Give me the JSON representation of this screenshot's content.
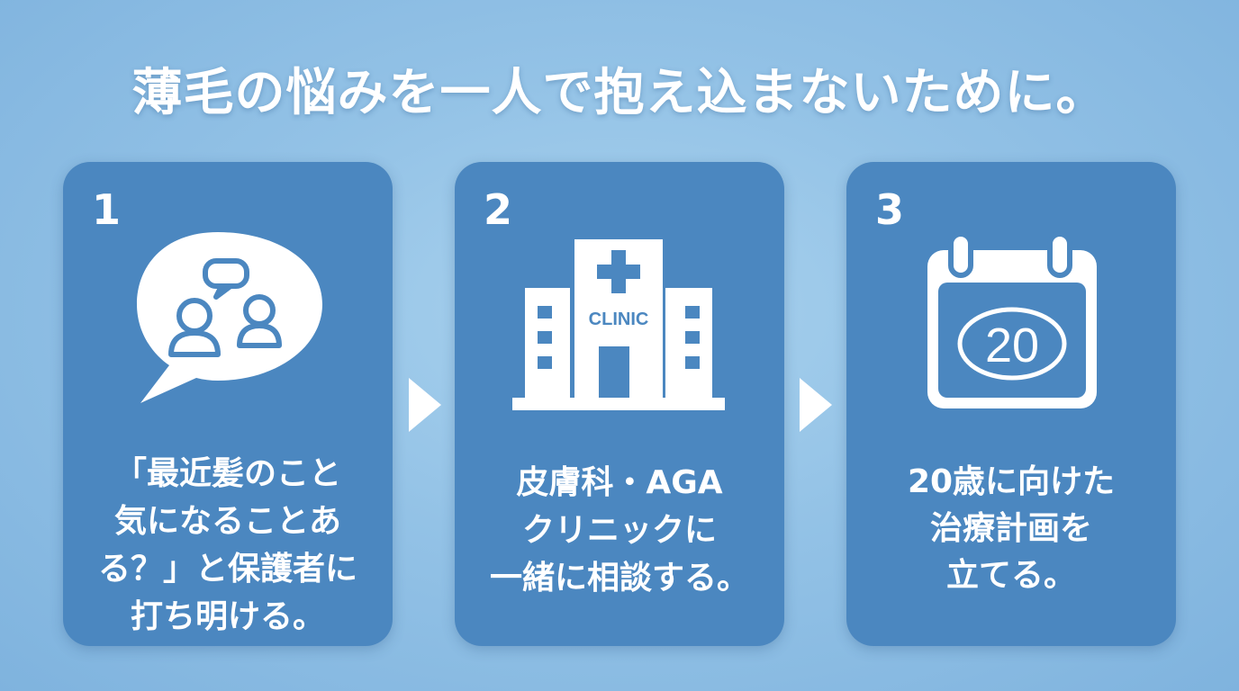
{
  "title": "薄毛の悩みを一人で抱え込まないために。",
  "colors": {
    "card": "#4b87c0",
    "text": "#ffffff"
  },
  "steps": [
    {
      "number": "1",
      "icon": "speech-bubble-people-icon",
      "text": "「最近髪のこと\n気になることあ\nる？」と保護者に\n打ち明ける。"
    },
    {
      "number": "2",
      "icon": "clinic-building-icon",
      "icon_label": "CLINIC",
      "text": "皮膚科・AGA\nクリニックに\n一緒に相談する。"
    },
    {
      "number": "3",
      "icon": "calendar-icon",
      "icon_label": "20",
      "text": "20歳に向けた\n治療計画を\n立てる。"
    }
  ],
  "arrows": [
    "arrow-right-icon",
    "arrow-right-icon"
  ]
}
